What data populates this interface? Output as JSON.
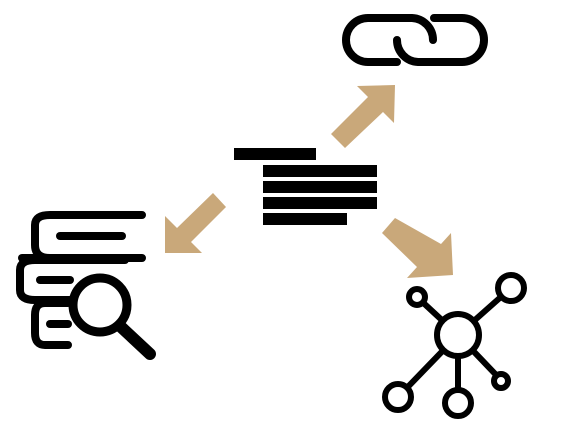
{
  "diagram": {
    "colors": {
      "ink": "#000000",
      "arrow": "#c9a87a",
      "background": "#ffffff"
    },
    "nodes": [
      {
        "id": "document",
        "icon": "text-lines-icon"
      },
      {
        "id": "link",
        "icon": "chain-link-icon"
      },
      {
        "id": "search",
        "icon": "database-search-icon"
      },
      {
        "id": "network",
        "icon": "network-hub-icon"
      }
    ],
    "edges": [
      {
        "from": "document",
        "to": "link",
        "direction": "up-right"
      },
      {
        "from": "document",
        "to": "search",
        "direction": "down-left"
      },
      {
        "from": "document",
        "to": "network",
        "direction": "down-right"
      }
    ]
  }
}
